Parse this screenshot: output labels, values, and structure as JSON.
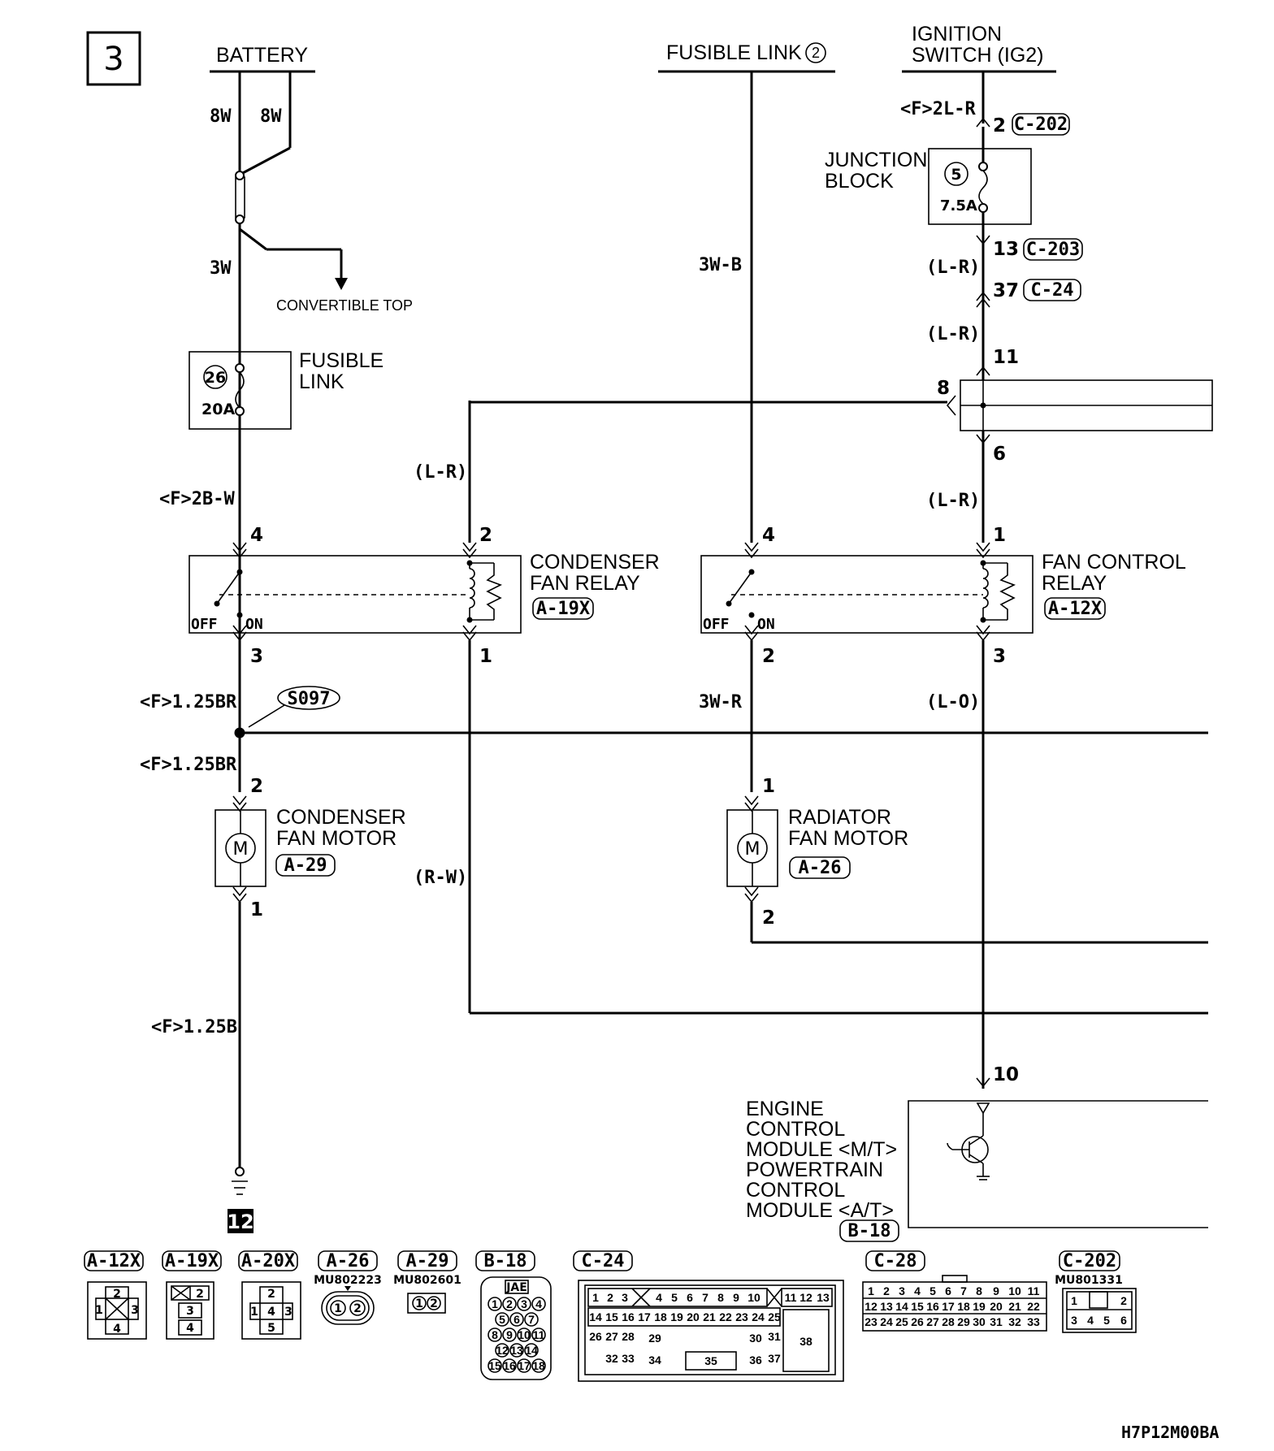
{
  "page_number": "3",
  "diagram_id": "H7P12M00BA",
  "sources": {
    "battery": "BATTERY",
    "fusible_link_2": "FUSIBLE LINK",
    "fusible_link_2_num": "2",
    "ignition_switch_line1": "IGNITION",
    "ignition_switch_line2": "SWITCH (IG2)"
  },
  "wires": {
    "bat_8w_a": "8W",
    "bat_8w_b": "8W",
    "bat_3w": "3W",
    "convertible_top": "CONVERTIBLE TOP",
    "f_2bw": "<F>2B-W",
    "f_125br_a": "<F>1.25BR",
    "f_125br_b": "<F>1.25BR",
    "f_125b": "<F>1.25B",
    "lr_left": "(L-R)",
    "rw_left": "(R-W)",
    "w3b": "3W-B",
    "w3r": "3W-R",
    "f_2lr": "<F>2L-R",
    "lr_1": "(L-R)",
    "lr_2": "(L-R)",
    "lr_3": "(L-R)",
    "lo": "(L-O)"
  },
  "fusible_link_26": {
    "num": "26",
    "rating": "20A",
    "line1": "FUSIBLE",
    "line2": "LINK"
  },
  "junction_block": {
    "line1": "JUNCTION",
    "line2": "BLOCK",
    "num": "5",
    "rating": "7.5A"
  },
  "connectors": {
    "c202": "C-202",
    "c203": "C-203",
    "c24": "C-24",
    "a19x": "A-19X",
    "a12x": "A-12X",
    "a29": "A-29",
    "a26": "A-26",
    "b18": "B-18",
    "s097": "S097"
  },
  "pins": {
    "ig_2": "2",
    "ig_13": "13",
    "ig_37": "37",
    "ig_11": "11",
    "ig_8": "8",
    "ig_6": "6",
    "cfr_4": "4",
    "cfr_2": "2",
    "cfr_3": "3",
    "cfr_1": "1",
    "fcr_4": "4",
    "fcr_1": "1",
    "fcr_2": "2",
    "fcr_3": "3",
    "cfm_2": "2",
    "cfm_1": "1",
    "rfm_1": "1",
    "rfm_2": "2",
    "ecm_10": "10"
  },
  "relays": {
    "condenser_fan_relay_l1": "CONDENSER",
    "condenser_fan_relay_l2": "FAN RELAY",
    "fan_control_relay_l1": "FAN CONTROL",
    "fan_control_relay_l2": "RELAY",
    "off": "OFF",
    "on": "ON"
  },
  "motors": {
    "condenser_l1": "CONDENSER",
    "condenser_l2": "FAN MOTOR",
    "radiator_l1": "RADIATOR",
    "radiator_l2": "FAN MOTOR",
    "m": "M"
  },
  "ecm": {
    "l1": "ENGINE",
    "l2": "CONTROL",
    "l3": "MODULE <M/T>",
    "l4": "POWERTRAIN",
    "l5": "CONTROL",
    "l6": "MODULE <A/T>"
  },
  "ground": "12",
  "legend": {
    "a12x": "A-12X",
    "a19x": "A-19X",
    "a20x": "A-20X",
    "a26": "A-26",
    "a29": "A-29",
    "b18": "B-18",
    "c24": "C-24",
    "c28": "C-28",
    "c202": "C-202",
    "a26_part": "MU802223",
    "a29_part": "MU802601",
    "c202_part": "MU801331",
    "b18_jae": "JAE"
  }
}
